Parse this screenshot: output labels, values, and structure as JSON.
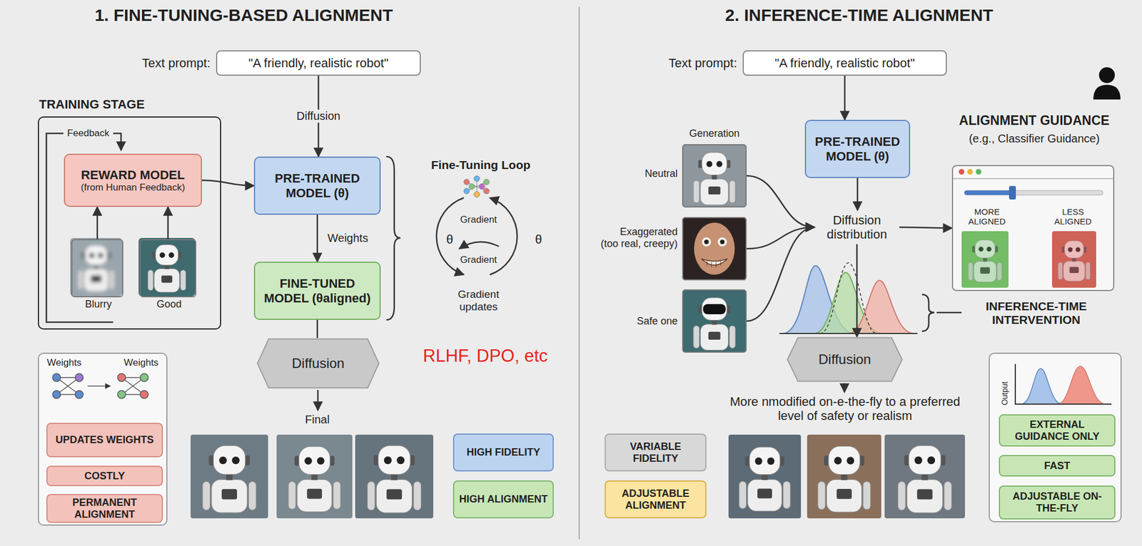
{
  "diagram": {
    "nodes": [
      {
        "text": [
          "Text prompt:",
          "\"A friendly, realistic robot\""
        ]
      },
      {
        "text": [
          "TRAINING STAGE"
        ]
      },
      {
        "text": [
          "REWARD MODEL",
          "(from Human Feedback)"
        ],
        "in": 1
      },
      {
        "text": [
          "Blurry"
        ],
        "in": 1
      },
      {
        "text": [
          "Good"
        ],
        "in": 1
      },
      {
        "text": [
          "PRE-TRAINED MODEL (θ)"
        ]
      },
      {
        "text": [
          "FINE-TUNED MODEL (θaligned)"
        ]
      },
      {
        "text": [
          "Diffusion"
        ]
      },
      {
        "text": [
          "Weights",
          "Weights"
        ]
      },
      {
        "text": [
          "UPDATES WEIGHTS"
        ],
        "in": 8
      },
      {
        "text": [
          "COSTLY"
        ],
        "in": 8
      },
      {
        "text": [
          "PERMANENT ALIGNMENT"
        ],
        "in": 8
      },
      {
        "text": [
          "HIGH FIDELITY"
        ]
      },
      {
        "text": [
          "HIGH ALIGNMENT"
        ]
      },
      {
        "text": [
          "Text prompt:",
          "\"A friendly, realistic robot\""
        ]
      },
      {
        "text": [
          "PRE-TRAINED MODEL (θ)"
        ]
      },
      {
        "text": [
          "Neutral"
        ]
      },
      {
        "text": [
          "Exaggerated (too real, creepy)"
        ]
      },
      {
        "text": [
          "Safe one"
        ]
      },
      {
        "text": [
          "Diffusion distribution"
        ]
      },
      {
        "text": [
          "ALIGNMENT GUIDANCE",
          "(e.g., Classifier Guidance)",
          "MORE ALIGNED",
          "LESS ALIGNED"
        ]
      },
      {
        "text": [
          "Diffusion"
        ]
      },
      {
        "text": [
          "VARIABLE FIDELITY"
        ]
      },
      {
        "text": [
          "ADJUSTABLE ALIGNMENT"
        ]
      },
      {
        "text": [
          "Output"
        ]
      },
      {
        "text": [
          "EXTERNAL GUIDANCE ONLY"
        ],
        "in": 24
      },
      {
        "text": [
          "FAST"
        ],
        "in": 24
      },
      {
        "text": [
          "ADJUSTABLE ON-THE-FLY"
        ],
        "in": 24
      }
    ],
    "edges": [
      {
        "from": 0,
        "to": 5,
        "arrow": "to",
        "label": "Diffusion"
      },
      {
        "from": 2,
        "to": 5,
        "arrow": "to"
      },
      {
        "from": 3,
        "to": 2,
        "arrow": "to"
      },
      {
        "from": 4,
        "to": 2,
        "arrow": "to"
      },
      {
        "from": 5,
        "to": 6,
        "arrow": "to",
        "label": "Weights"
      },
      {
        "from": 6,
        "to": 7,
        "arrow": "none"
      },
      {
        "from": 14,
        "to": 15,
        "arrow": "to"
      },
      {
        "from": 15,
        "to": 19,
        "arrow": "to"
      },
      {
        "from": 16,
        "to": 19,
        "arrow": "to"
      },
      {
        "from": 17,
        "to": 19,
        "arrow": "to"
      },
      {
        "from": 18,
        "to": 19,
        "arrow": "to"
      },
      {
        "from": 19,
        "to": 20,
        "arrow": "to"
      },
      {
        "from": 19,
        "to": 21,
        "arrow": "to"
      }
    ],
    "labels": [
      "1. FINE-TUNING-BASED ALIGNMENT",
      "Feedback",
      "Fine-Tuning Loop",
      "Gradient",
      "Gradient",
      "θ",
      "θ",
      "Gradient updates",
      "RLHF, DPO, etc",
      "Final",
      "2. INFERENCE-TIME ALIGNMENT",
      "Generation",
      "INFERENCE-TIME INTERVENTION",
      "More nmodified on-e-the-fly to a preferred level of safety or realism"
    ]
  }
}
